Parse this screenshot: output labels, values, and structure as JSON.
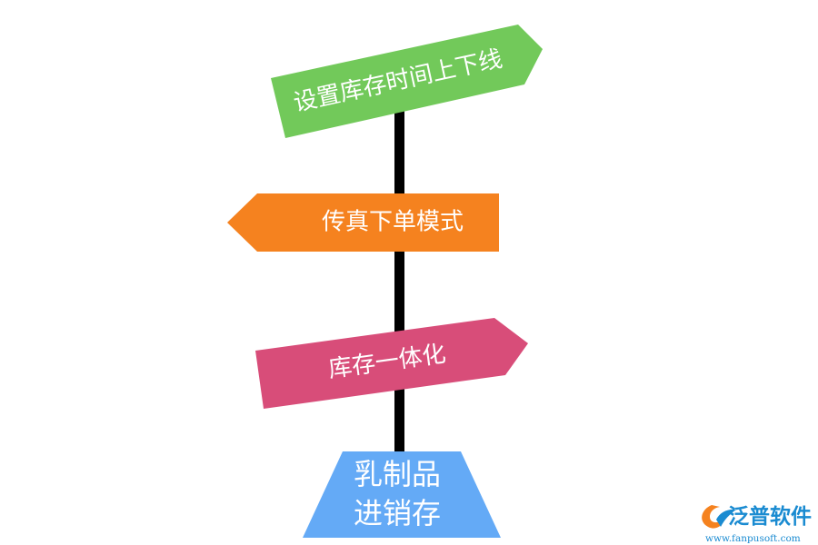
{
  "signs": [
    {
      "label": "设置库存时间上下线",
      "color": "#72c95a"
    },
    {
      "label": "传真下单模式",
      "color": "#f5821f"
    },
    {
      "label": "库存一体化",
      "color": "#d84d79"
    }
  ],
  "base": {
    "line1": "乳制品",
    "line2": "进销存",
    "color": "#64aaf6"
  },
  "pole_color": "#000000",
  "logo": {
    "name": "泛普软件",
    "url": "www.fanpusoft.com",
    "name_color": "#1a8bd1",
    "icon_colors": [
      "#f5821f",
      "#1a8bd1"
    ],
    "icon": "fanpu-logo-icon"
  }
}
